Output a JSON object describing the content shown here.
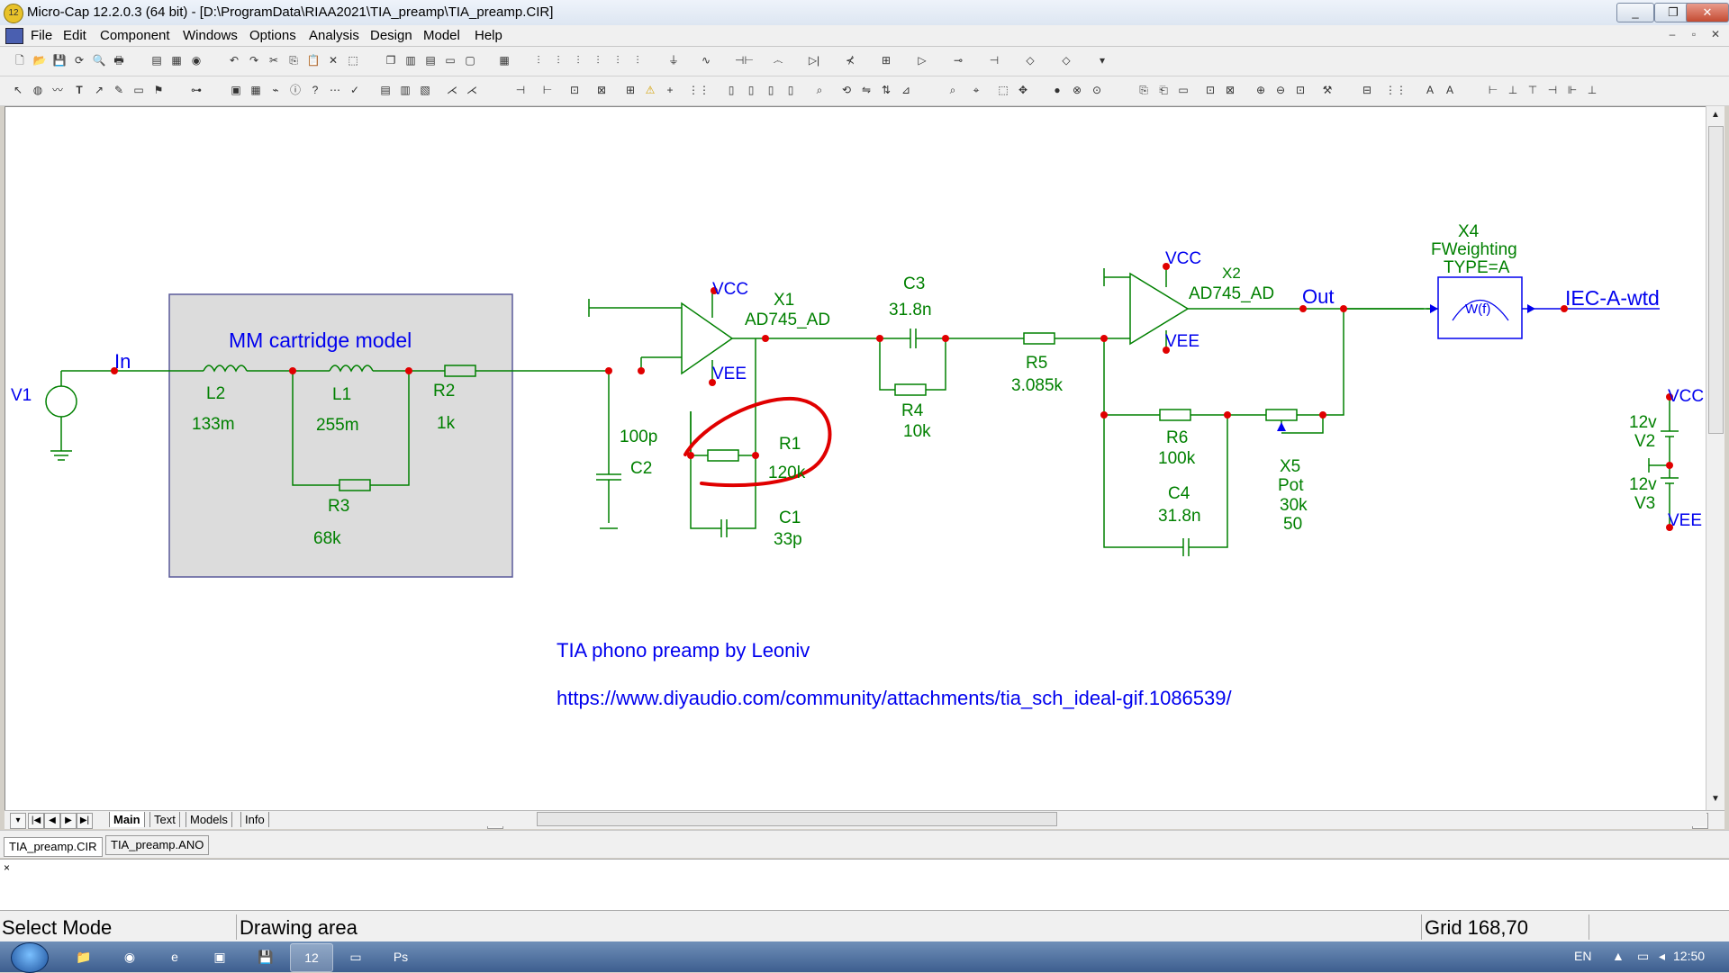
{
  "window": {
    "title": "Micro-Cap 12.2.0.3 (64 bit) - [D:\\ProgramData\\RIAA2021\\TIA_preamp\\TIA_preamp.CIR]",
    "app_icon": "micro-cap-icon",
    "controls": [
      "_",
      "❐",
      "✕"
    ]
  },
  "menu": {
    "items": [
      "File",
      "Edit",
      "Component",
      "Windows",
      "Options",
      "Analysis",
      "Design",
      "Model",
      "Help"
    ],
    "mdi_controls": [
      "–",
      "▫",
      "✕"
    ]
  },
  "schematic": {
    "colors": {
      "wire": "#008000",
      "node": "#e00000",
      "label": "#0000ee",
      "value": "#008000",
      "annotation": "#e00000",
      "box": "#dcdcdc"
    },
    "source": {
      "name": "V1",
      "node": "In"
    },
    "cartridge": {
      "title": "MM cartridge model",
      "L2": "L2",
      "L2_val": "133m",
      "L1": "L1",
      "L1_val": "255m",
      "R2": "R2",
      "R2_val": "1k",
      "R3": "R3",
      "R3_val": "68k"
    },
    "C2": {
      "name": "C2",
      "value": "100p"
    },
    "opamp1": {
      "name": "X1",
      "model": "AD745_AD",
      "vcc": "VCC",
      "vee": "VEE",
      "plus": "+",
      "minus": "-"
    },
    "R1": {
      "name": "R1",
      "value": "120k"
    },
    "C1": {
      "name": "C1",
      "value": "33p"
    },
    "C3": {
      "name": "C3",
      "value": "31.8n"
    },
    "R4": {
      "name": "R4",
      "value": "10k"
    },
    "R5": {
      "name": "R5",
      "value": "3.085k"
    },
    "opamp2": {
      "name": "X2",
      "model": "AD745_AD",
      "vcc": "VCC",
      "vee": "VEE",
      "plus": "+",
      "minus": "-"
    },
    "out_label": "Out",
    "R6": {
      "name": "R6",
      "value": "100k"
    },
    "C4": {
      "name": "C4",
      "value": "31.8n"
    },
    "X5": {
      "name": "X5",
      "type": "Pot",
      "value": "30k",
      "setting": "50"
    },
    "X4": {
      "name": "X4",
      "model": "FWeighting",
      "param": "TYPE=A",
      "block": "W(f)"
    },
    "output_label": "IEC-A-wtd",
    "supply": {
      "vcc": "VCC",
      "vee": "VEE",
      "v2": "V2",
      "v3": "V3",
      "v2_val": "12v",
      "v3_val": "12v"
    },
    "caption": "TIA phono preamp by Leoniv",
    "url": "https://www.diyaudio.com/community/attachments/tia_sch_ideal-gif.1086539/"
  },
  "sheet_tabs": [
    "Main",
    "Text",
    "Models",
    "Info"
  ],
  "file_tabs": [
    "TIA_preamp.CIR",
    "TIA_preamp.ANO"
  ],
  "cmd": {
    "close_mark": "×"
  },
  "status": {
    "mode": "Select Mode",
    "area": "Drawing area",
    "grid": "Grid 168,70"
  },
  "taskbar": {
    "lang": "EN",
    "time": "12:50"
  }
}
